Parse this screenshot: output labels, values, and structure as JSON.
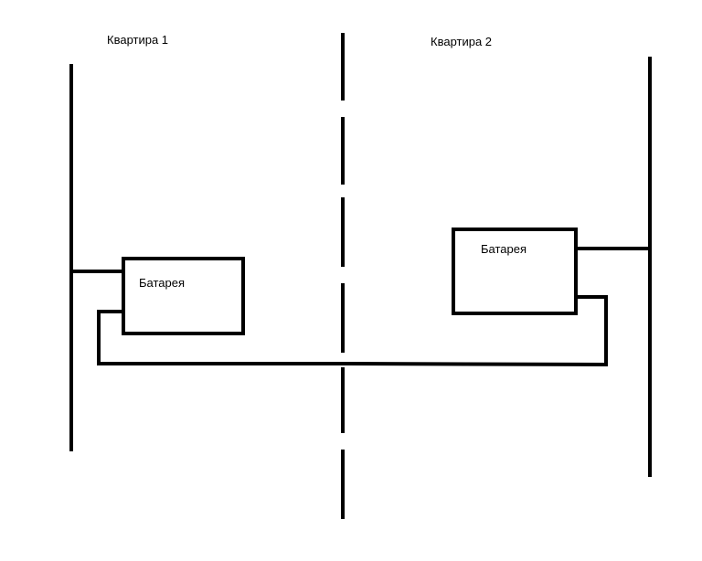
{
  "apartments": [
    {
      "label": "Квартира 1"
    },
    {
      "label": "Квартира 2"
    }
  ],
  "radiators": [
    {
      "label": "Батарея"
    },
    {
      "label": "Батарея"
    }
  ],
  "colors": {
    "stroke": "#000000",
    "background": "#ffffff"
  }
}
